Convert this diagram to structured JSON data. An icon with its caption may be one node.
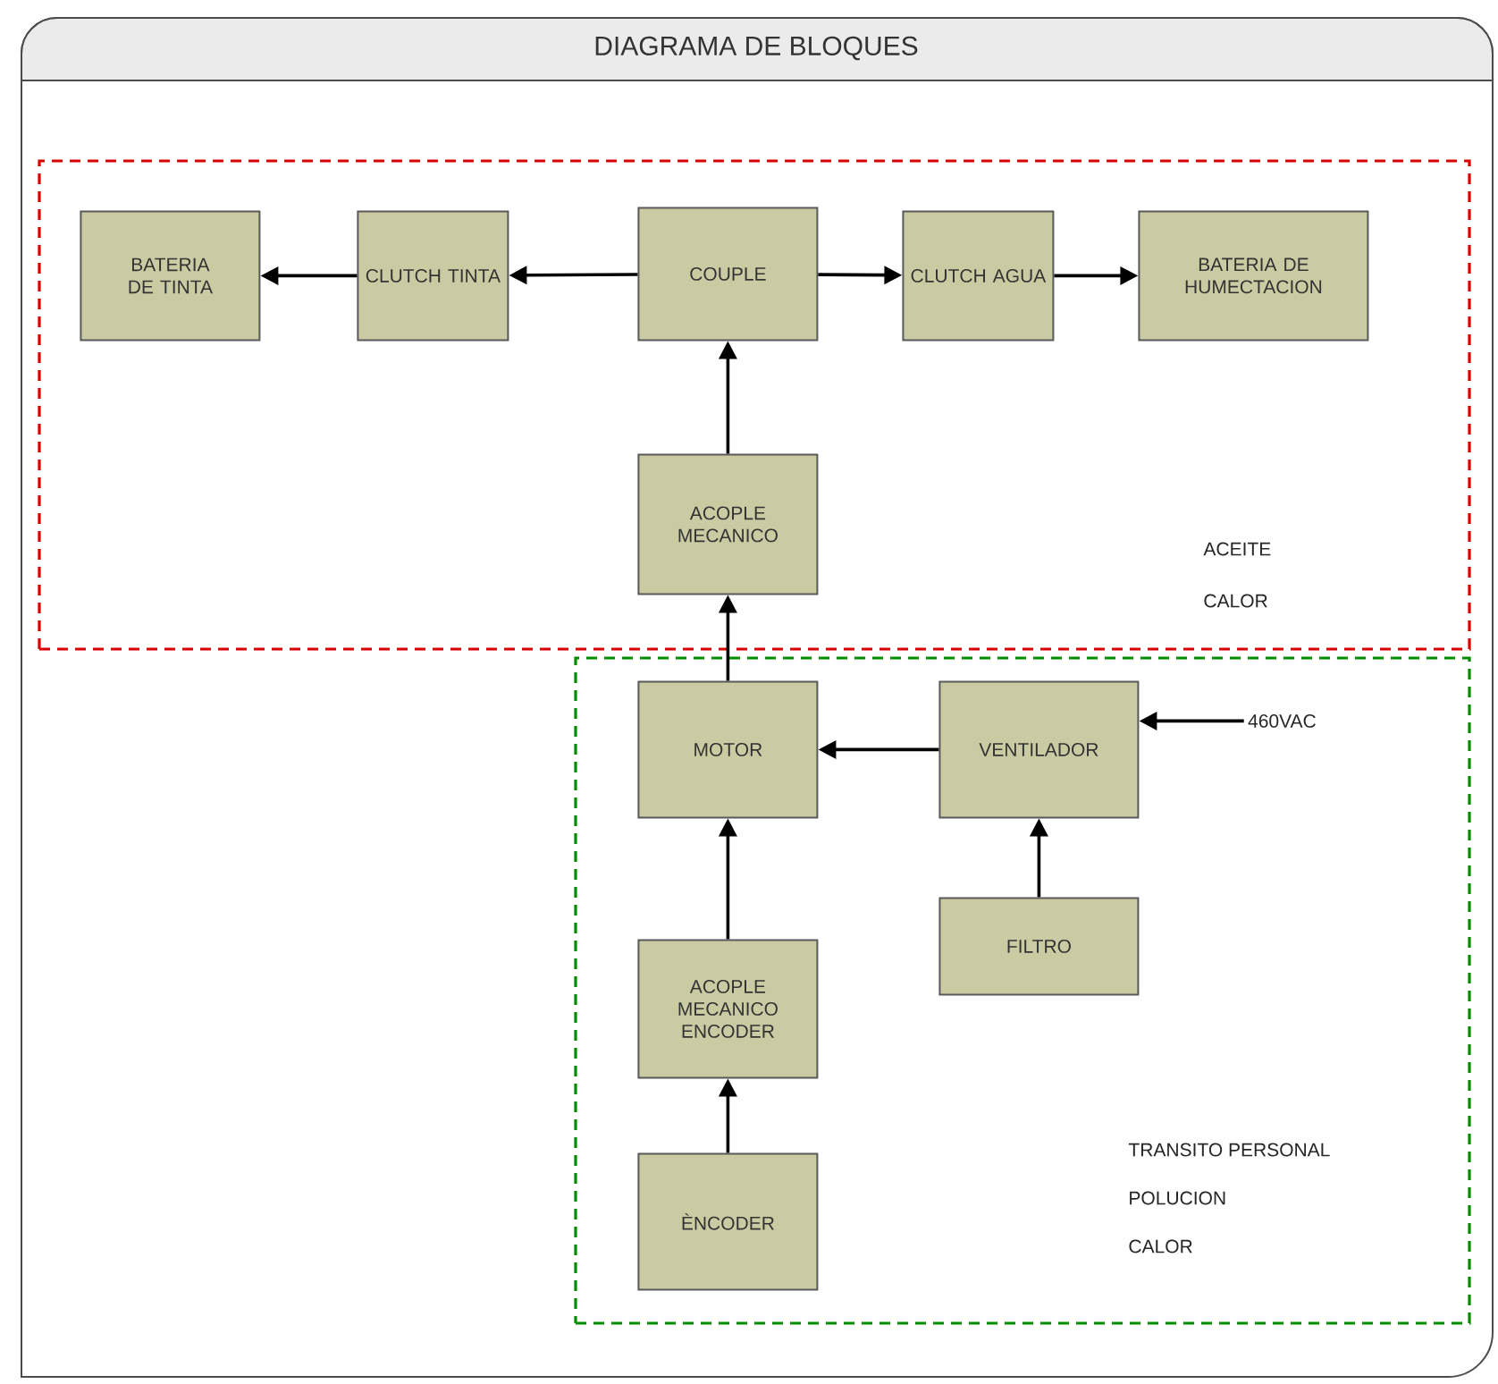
{
  "diagram": {
    "title": "DIAGRAMA DE BLOQUES",
    "nodes": [
      {
        "text": [
          "ACEITE",
          "CALOR"
        ]
      },
      {
        "text": [
          "BATERIA DE TINTA"
        ],
        "in": 0
      },
      {
        "text": [
          "CLUTCH TINTA"
        ],
        "in": 0
      },
      {
        "text": [
          "COUPLE"
        ],
        "in": 0
      },
      {
        "text": [
          "CLUTCH AGUA"
        ],
        "in": 0
      },
      {
        "text": [
          "BATERIA DE HUMECTACION"
        ],
        "in": 0
      },
      {
        "text": [
          "ACOPLE MECANICO"
        ],
        "in": 0
      },
      {
        "text": [
          "TRANSITO PERSONAL",
          "POLUCION",
          "CALOR"
        ]
      },
      {
        "text": [
          "MOTOR"
        ],
        "in": 7
      },
      {
        "text": [
          "VENTILADOR"
        ],
        "in": 7
      },
      {
        "text": [
          "460VAC"
        ],
        "in": 7
      },
      {
        "text": [
          "ACOPLE MECANICO ENCODER"
        ],
        "in": 7
      },
      {
        "text": [
          "FILTRO"
        ],
        "in": 7
      },
      {
        "text": [
          "ÈNCODER"
        ],
        "in": 7
      }
    ],
    "edges": [
      {
        "from": 2,
        "to": 1,
        "arrow": "to"
      },
      {
        "from": 3,
        "to": 2,
        "arrow": "to"
      },
      {
        "from": 3,
        "to": 4,
        "arrow": "to"
      },
      {
        "from": 4,
        "to": 5,
        "arrow": "to"
      },
      {
        "from": 6,
        "to": 3,
        "arrow": "to"
      },
      {
        "from": 8,
        "to": 6,
        "arrow": "to"
      },
      {
        "from": 9,
        "to": 8,
        "arrow": "to"
      },
      {
        "from": 10,
        "to": 9,
        "arrow": "to"
      },
      {
        "from": 12,
        "to": 9,
        "arrow": "to"
      },
      {
        "from": 11,
        "to": 8,
        "arrow": "to"
      },
      {
        "from": 13,
        "to": 11,
        "arrow": "to"
      }
    ]
  }
}
